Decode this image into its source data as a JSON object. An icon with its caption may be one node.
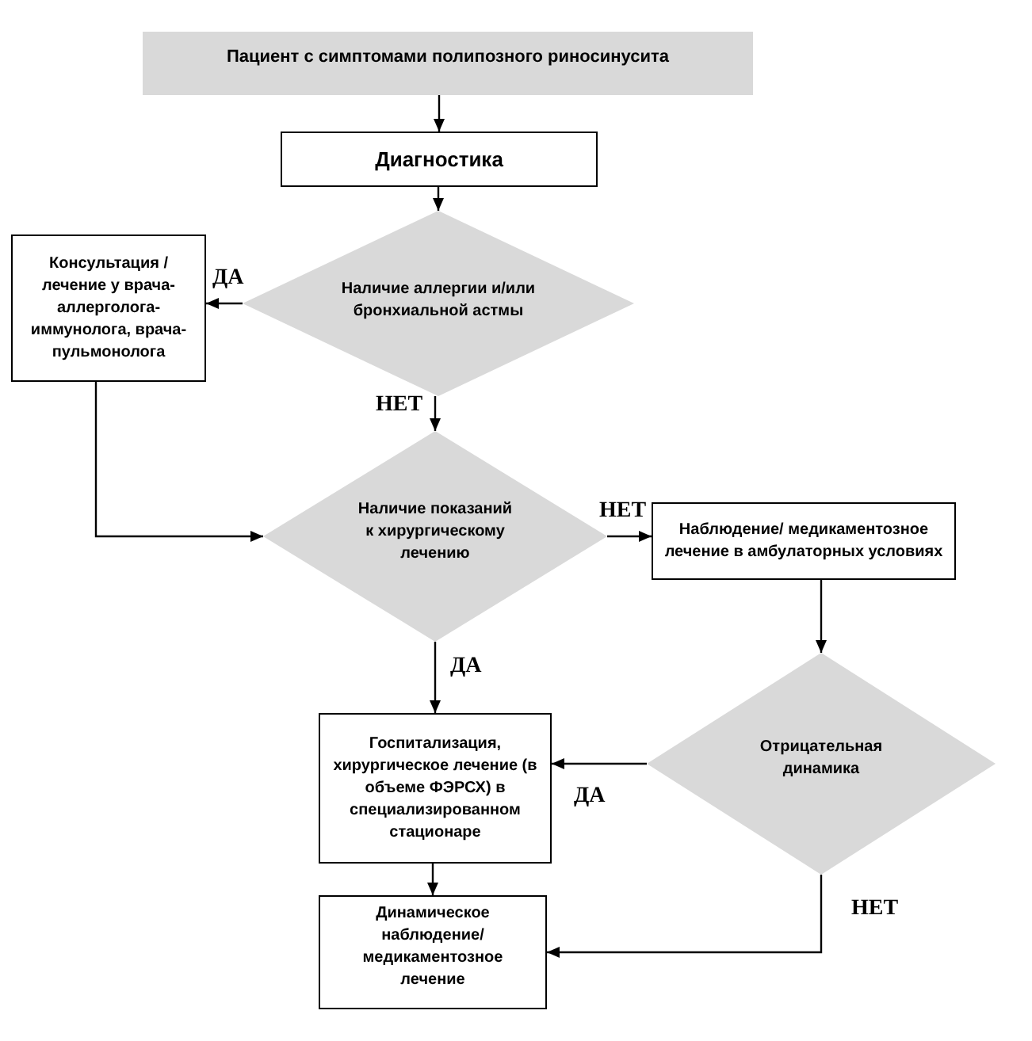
{
  "diagram": {
    "nodes": [
      {
        "text": [
          "Пациент с симптомами полипозного риносинусита"
        ]
      },
      {
        "text": [
          "Диагностика"
        ]
      },
      {
        "text": [
          "Наличие аллергии и/или бронхиальной астмы"
        ]
      },
      {
        "text": [
          "Консультация /лечение у врача-аллерголога-иммунолога, врача-пульмонолога"
        ]
      },
      {
        "text": [
          "Наличие показаний к хирургическому лечению"
        ]
      },
      {
        "text": [
          "Наблюдение/ медикаментозное лечение в амбулаторных условиях"
        ]
      },
      {
        "text": [
          "Отрицательная динамика"
        ]
      },
      {
        "text": [
          "Госпитализация, хирургическое лечение (в объеме ФЭРСХ) в специализированном стационаре"
        ]
      },
      {
        "text": [
          "Динамическое наблюдение/ медикаментозное лечение"
        ]
      }
    ],
    "edges": [
      {
        "from": 0,
        "to": 1,
        "arrow": "to"
      },
      {
        "from": 1,
        "to": 2,
        "arrow": "to"
      },
      {
        "from": 2,
        "to": 3,
        "arrow": "to",
        "label": "ДА"
      },
      {
        "from": 2,
        "to": 4,
        "arrow": "to",
        "label": "НЕТ"
      },
      {
        "from": 3,
        "to": 4,
        "arrow": "to"
      },
      {
        "from": 4,
        "to": 5,
        "arrow": "to",
        "label": "НЕТ"
      },
      {
        "from": 4,
        "to": 7,
        "arrow": "to",
        "label": "ДА"
      },
      {
        "from": 5,
        "to": 6,
        "arrow": "to"
      },
      {
        "from": 6,
        "to": 7,
        "arrow": "to",
        "label": "ДА"
      },
      {
        "from": 7,
        "to": 8,
        "arrow": "to"
      },
      {
        "from": 6,
        "to": 8,
        "arrow": "to",
        "label": "НЕТ"
      }
    ]
  }
}
